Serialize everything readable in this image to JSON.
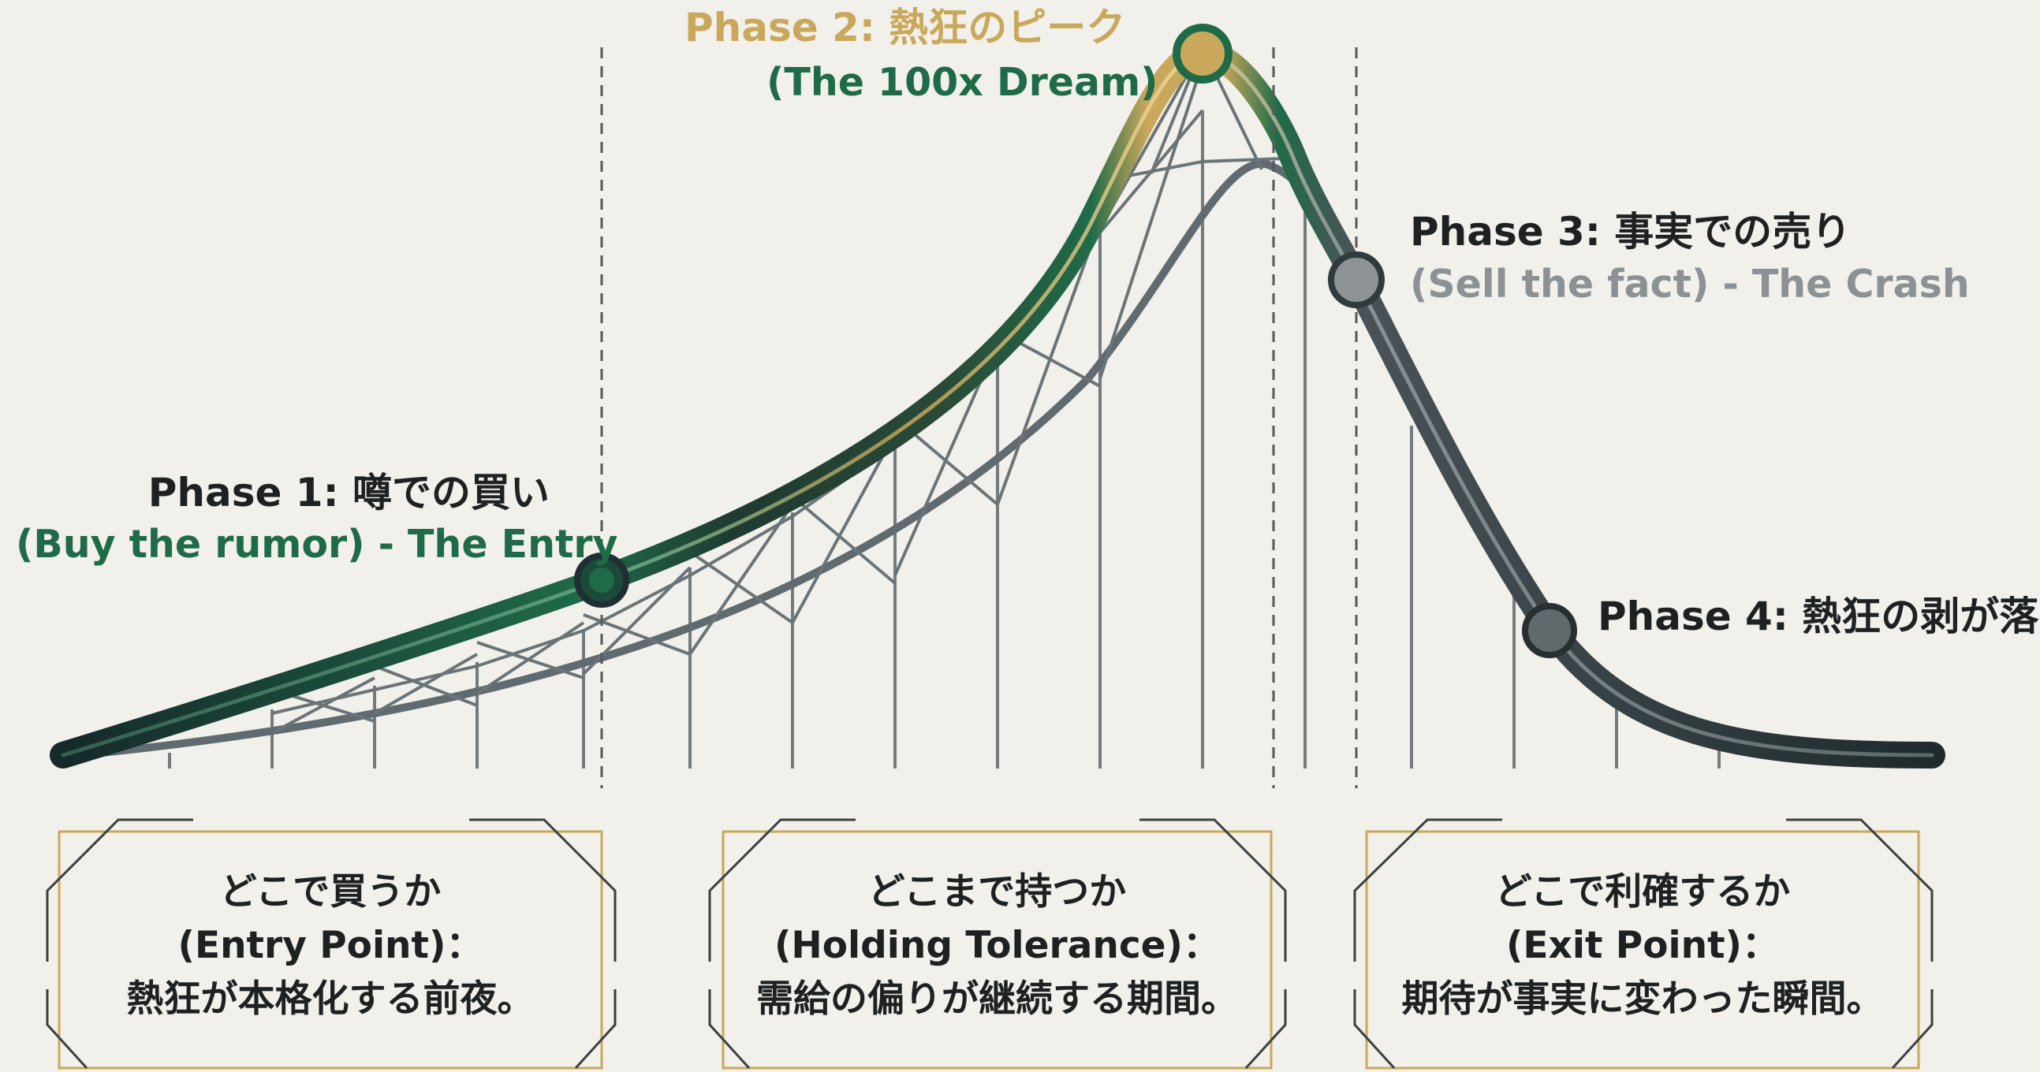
{
  "colors": {
    "background": "#f1f0ea",
    "track_dark": "#243033",
    "track_green": "#1f6b48",
    "track_gold": "#c9a85b",
    "structure": "#5f6b70",
    "phase1_sub": "#1f6b48",
    "phase2_title": "#c9a85b",
    "phase2_sub": "#1f6b48",
    "phase3_sub": "#8b9194",
    "text_dark": "#1e2122",
    "box_border": "#c9a85b"
  },
  "phases": {
    "p1": {
      "title": "Phase 1: 噂での買い",
      "subtitle": "(Buy the rumor) - The Entry"
    },
    "p2": {
      "title": "Phase 2: 熱狂のピーク",
      "subtitle": "(The 100x Dream)"
    },
    "p3": {
      "title": "Phase 3: 事実での売り",
      "subtitle": "(Sell the fact) - The Crash"
    },
    "p4": {
      "title": "Phase 4: 熱狂の剥が落"
    }
  },
  "boxes": [
    {
      "line1": "どこで買うか",
      "line2": "(Entry Point)：",
      "line3": "熱狂が本格化する前夜。"
    },
    {
      "line1": "どこまで持つか",
      "line2": "(Holding Tolerance)：",
      "line3": "需給の偏りが継続する期間。"
    },
    {
      "line1": "どこで利確するか",
      "line2": "(Exit Point)：",
      "line3": "期待が事実に変わった瞬間。"
    }
  ]
}
